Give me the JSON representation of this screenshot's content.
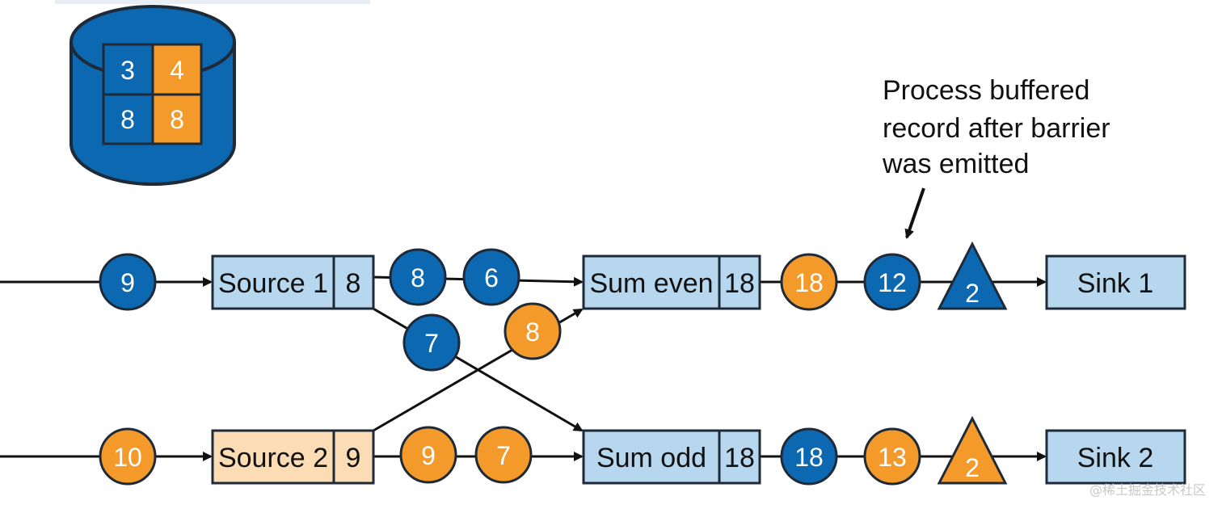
{
  "colors": {
    "blue": "#0c68b0",
    "orange": "#f39a2a",
    "box_blue": "#b6d7ee",
    "box_peach": "#fbdcb5",
    "stroke": "#1f2a38",
    "line": "#111111"
  },
  "state_backend": {
    "cells": [
      {
        "value": "3",
        "color": "blue"
      },
      {
        "value": "4",
        "color": "orange"
      },
      {
        "value": "8",
        "color": "blue"
      },
      {
        "value": "8",
        "color": "orange"
      }
    ]
  },
  "annotation": {
    "lines": [
      "Process buffered",
      "record after barrier",
      "was emitted"
    ]
  },
  "operators": {
    "source1": {
      "label": "Source 1",
      "state": "8"
    },
    "source2": {
      "label": "Source 2",
      "state": "9"
    },
    "sum_even": {
      "label": "Sum even",
      "state": "18"
    },
    "sum_odd": {
      "label": "Sum odd",
      "state": "18"
    },
    "sink1": {
      "label": "Sink 1"
    },
    "sink2": {
      "label": "Sink 2"
    }
  },
  "records": {
    "in_source1": {
      "value": "9",
      "color": "blue"
    },
    "in_source2": {
      "value": "10",
      "color": "orange"
    },
    "s1_to_even_a": {
      "value": "8",
      "color": "blue"
    },
    "s1_to_even_b": {
      "value": "6",
      "color": "blue"
    },
    "s1_to_odd": {
      "value": "7",
      "color": "blue"
    },
    "s2_to_even": {
      "value": "8",
      "color": "orange"
    },
    "s2_to_odd_a": {
      "value": "9",
      "color": "orange"
    },
    "s2_to_odd_b": {
      "value": "7",
      "color": "orange"
    },
    "even_out_a": {
      "value": "18",
      "color": "orange"
    },
    "even_out_b": {
      "value": "12",
      "color": "blue"
    },
    "odd_out_a": {
      "value": "18",
      "color": "blue"
    },
    "odd_out_b": {
      "value": "13",
      "color": "orange"
    }
  },
  "barriers": {
    "top": {
      "value": "2",
      "color": "blue"
    },
    "bottom": {
      "value": "2",
      "color": "orange"
    }
  },
  "watermark": "@稀土掘金技术社区"
}
